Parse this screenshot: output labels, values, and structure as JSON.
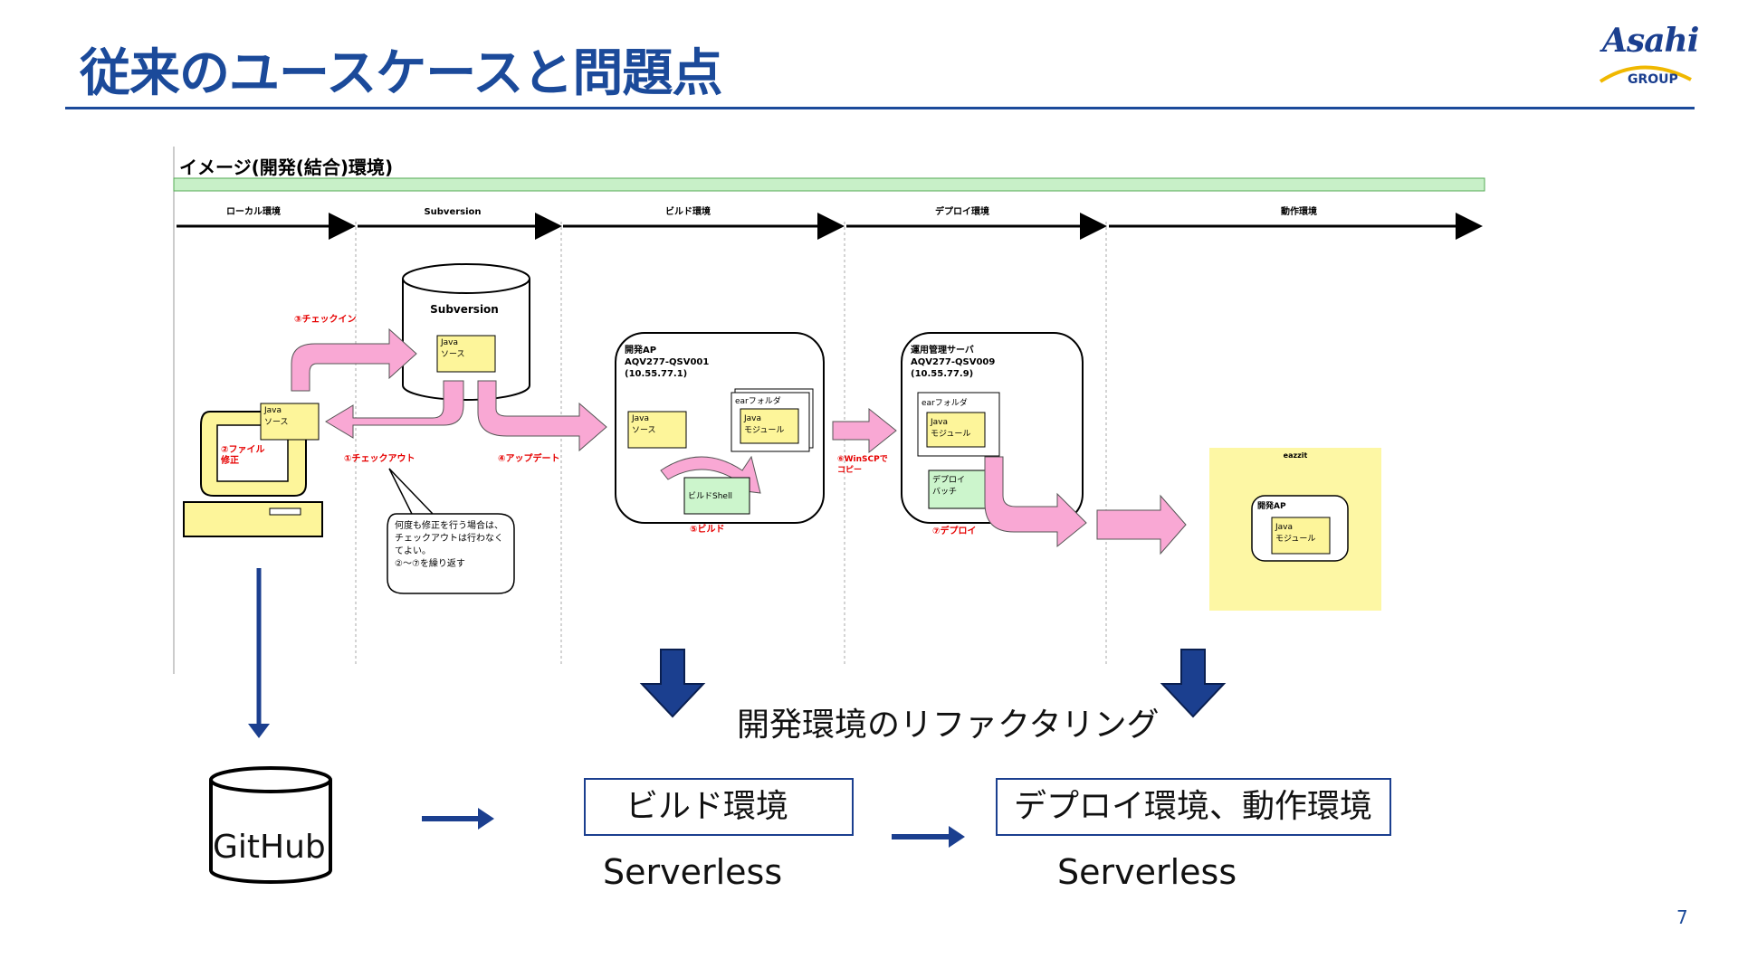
{
  "slide": {
    "title": "従来のユースケースと問題点",
    "page_number": "7",
    "logo_text": "Asahi",
    "logo_group": "GROUP"
  },
  "diagram": {
    "heading": "イメージ(開発(結合)環境)",
    "lanes": [
      "ローカル環境",
      "Subversion",
      "ビルド環境",
      "デプロイ環境",
      "動作環境"
    ],
    "subversion_label": "Subversion",
    "java_source": [
      "Java",
      "ソース"
    ],
    "java_module": [
      "Java",
      "モジュール"
    ],
    "ear_folder": "earフォルダ",
    "step_checkin": "③チェックイン",
    "step_checkout": "①チェックアウト",
    "step_update": "④アップデート",
    "step_edit": [
      "②ファイル",
      "修正"
    ],
    "step_build": "⑤ビルド",
    "step_copy": [
      "⑥WinSCPで",
      "コピー"
    ],
    "step_deploy": "⑦デプロイ",
    "build_shell": "ビルドShell",
    "dev_server": [
      "開発AP",
      "AQV277-QSV001",
      "(10.55.77.1)"
    ],
    "ops_server": [
      "運用管理サーバ",
      "AQV277-QSV009",
      "(10.55.77.9)"
    ],
    "deploy_batch": [
      "デプロイ",
      "バッチ"
    ],
    "runtime_env": "eazzit",
    "runtime_app": "開発AP",
    "note": [
      "何度も修正を行う場合は、",
      "チェックアウトは行わなく",
      "てよい。",
      "②～⑦を繰り返す"
    ]
  },
  "refactor": {
    "caption": "開発環境のリファクタリング",
    "github": "GitHub",
    "build_box": "ビルド環境",
    "deploy_box": "デプロイ環境、動作環境",
    "serverless_1": "Serverless",
    "serverless_2": "Serverless"
  },
  "colors": {
    "brand_blue": "#1b4a9a",
    "arrow_blue": "#1b3f8f",
    "pink_arrow": "#f9a8d4",
    "sticky_yellow": "#fdf59a",
    "runtime_yellow": "#fdf7a4",
    "green_band": "#c8f0c8",
    "green_box": "#ccf5cc"
  }
}
